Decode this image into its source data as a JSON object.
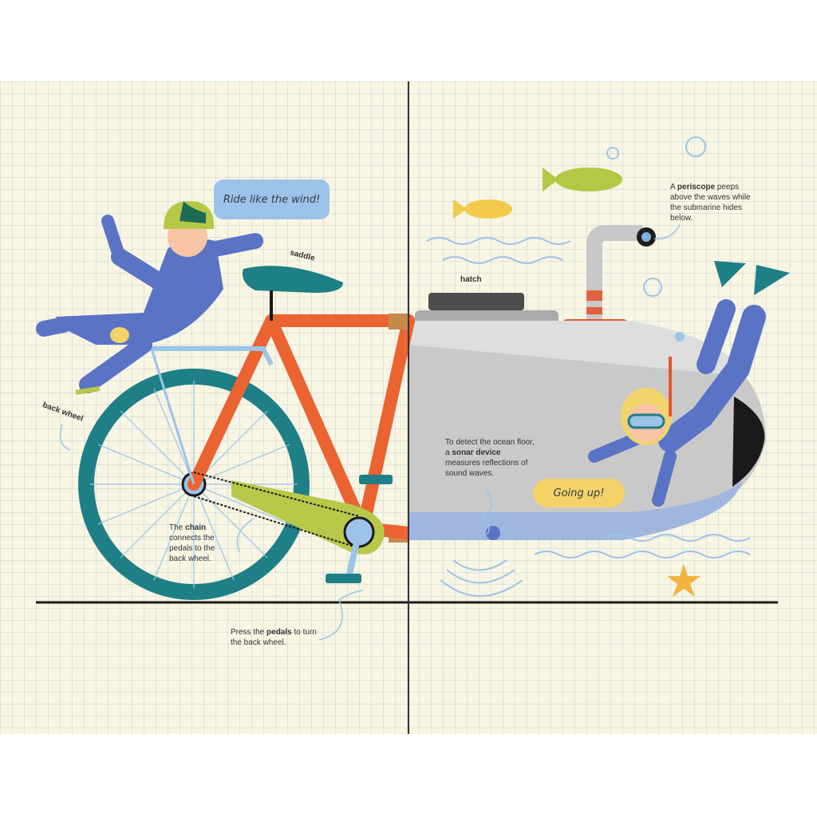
{
  "speech": {
    "ride": "Ride like the wind!",
    "going_up": "Going up!"
  },
  "labels": {
    "saddle": "saddle",
    "back_wheel": "back wheel",
    "hatch": "hatch"
  },
  "captions": {
    "chain": {
      "pre": "The ",
      "bold": "chain",
      "post": " connects the pedals to the back wheel."
    },
    "pedals": {
      "pre": "Press the ",
      "bold": "pedals",
      "post": " to turn the back wheel."
    },
    "sonar": {
      "pre": "To detect the ocean floor, a ",
      "bold": "sonar device",
      "post": " measures reflections of sound waves."
    },
    "periscope": {
      "pre": "A ",
      "bold": "periscope",
      "post": " peeps above the waves while the submarine hides below."
    }
  },
  "colors": {
    "paper": "#f8f5e3",
    "frame_orange": "#ea6330",
    "wheel_teal": "#1f7f86",
    "suit_blue": "#5b73c4",
    "chain_guard_lime": "#b8c94a",
    "submarine_grey": "#c7c7c7",
    "water_blue": "#9cc3e8"
  }
}
